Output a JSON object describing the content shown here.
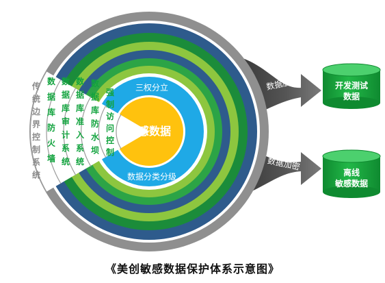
{
  "core": {
    "label": "敏感数据"
  },
  "inner_ring": {
    "top_label": "三权分立",
    "bottom_label": "数据分类分级"
  },
  "arcs": [
    {
      "text": "强制访问控制",
      "color": "#12a33e"
    },
    {
      "text": "数据库防水坝",
      "color": "#12a33e"
    },
    {
      "text": "数据库准入系统",
      "color": "#12a33e"
    },
    {
      "text": "数据库审计系统",
      "color": "#12a33e"
    },
    {
      "text": "数据库防火墙",
      "color": "#12a33e"
    },
    {
      "text": "传统边界控制系统",
      "color": "#8c8c8c"
    }
  ],
  "flows": [
    {
      "label": "数据脱敏",
      "target": "开发测试\n数据"
    },
    {
      "label": "数据加密",
      "target": "离线\n敏感数据"
    }
  ],
  "colors": {
    "gray": "#8f8f8f",
    "navy": "#2e5b8c",
    "dark_green": "#1b8c3a",
    "light_green": "#8dc63f",
    "cyan": "#1fa9e6",
    "yellow": "#ffc20e",
    "cylinder": "#1aab3f"
  },
  "caption": "《美创敏感数据保护体系示意图》"
}
